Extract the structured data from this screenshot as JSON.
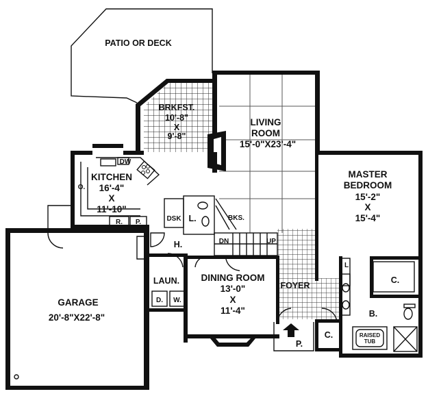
{
  "rooms": {
    "patio": {
      "name": "PATIO OR DECK"
    },
    "breakfast": {
      "name": "BRKFST.",
      "dims": [
        "10'-8\"",
        "X",
        "9'-8\""
      ]
    },
    "living": {
      "name": "LIVING",
      "name2": "ROOM",
      "dims": [
        "15'-0\"X23'-4\""
      ]
    },
    "master": {
      "name": "MASTER",
      "name2": "BEDROOM",
      "dims": [
        "15'-2\"",
        "X",
        "15'-4\""
      ]
    },
    "kitchen": {
      "name": "KITCHEN",
      "dims": [
        "16'-4\"",
        "X",
        "11'-10\""
      ]
    },
    "dining": {
      "name": "DINING ROOM",
      "dims": [
        "13'-0\"",
        "X",
        "11'-4\""
      ]
    },
    "garage": {
      "name": "GARAGE",
      "dims": [
        "20'-8\"X22'-8\""
      ]
    },
    "laundry": {
      "name": "LAUN."
    },
    "foyer": {
      "name": "FOYER"
    }
  },
  "fixtures": {
    "dw": "DW",
    "oven": "O.",
    "refrigerator": "R.",
    "pantry": "P.",
    "desk": "DSK",
    "linen": "L.",
    "bookshelves": "BKS.",
    "hall": "H.",
    "stair_down": "DN",
    "stair_up": "UP",
    "washer_dryer": [
      "D.",
      "W."
    ],
    "closet_master": "C.",
    "closet_foyer": "C.",
    "bath": "B.",
    "raised_tub": [
      "RAISED",
      "TUB"
    ],
    "porch": "P.",
    "linen_master": "L"
  }
}
